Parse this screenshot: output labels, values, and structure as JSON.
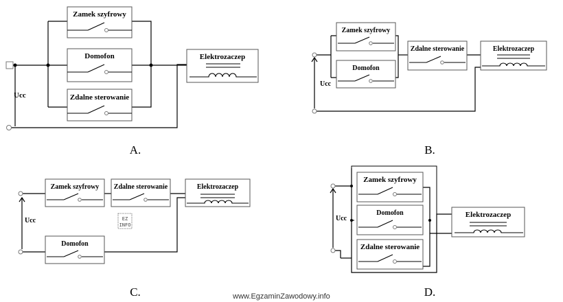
{
  "labels": {
    "zamek": "Zamek szyfrowy",
    "domofon": "Domofon",
    "zdalne": "Zdalne sterowanie",
    "elektro": "Elektrozaczep",
    "ucc": "Ucc"
  },
  "captions": {
    "a": "A.",
    "b": "B.",
    "c": "C.",
    "d": "D."
  },
  "watermark": "www.EgzaminZawodowy.info",
  "logo": {
    "line1": "EZ",
    "line2": "INFO"
  }
}
